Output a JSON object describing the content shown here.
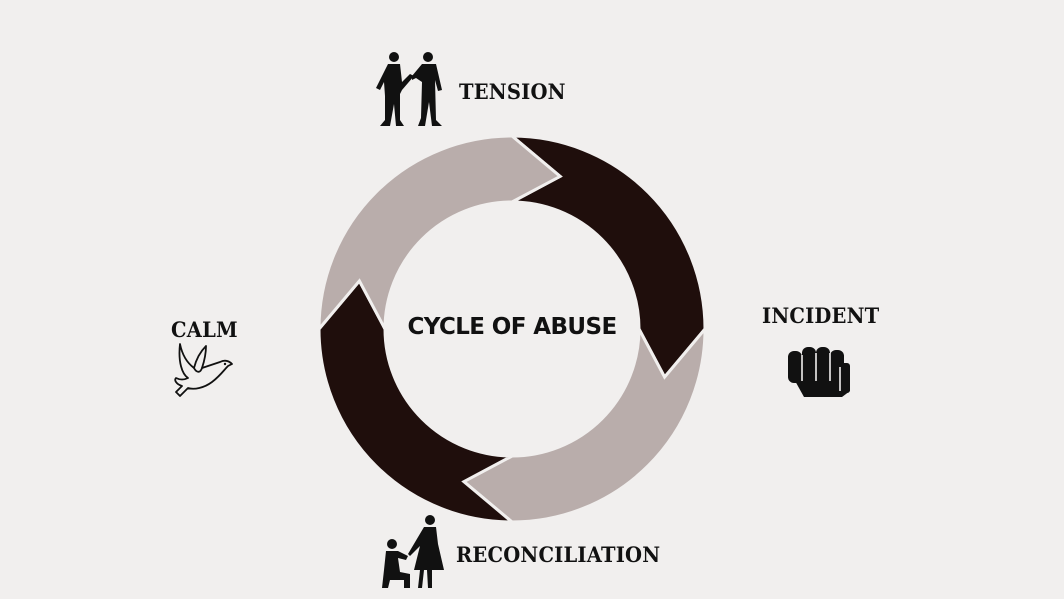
{
  "diagram": {
    "title": "CYCLE OF ABUSE",
    "colors": {
      "background": "#f1efee",
      "dark_segment": "#1f0e0c",
      "light_segment": "#b9adab",
      "text": "#111111"
    },
    "stages": [
      {
        "label": "TENSION",
        "icon": "arguing-people-icon",
        "segment": "dark"
      },
      {
        "label": "INCIDENT",
        "icon": "fist-icon",
        "segment": "light"
      },
      {
        "label": "RECONCILIATION",
        "icon": "kneeling-person-icon",
        "segment": "dark"
      },
      {
        "label": "CALM",
        "icon": "dove-icon",
        "segment": "light"
      }
    ]
  }
}
